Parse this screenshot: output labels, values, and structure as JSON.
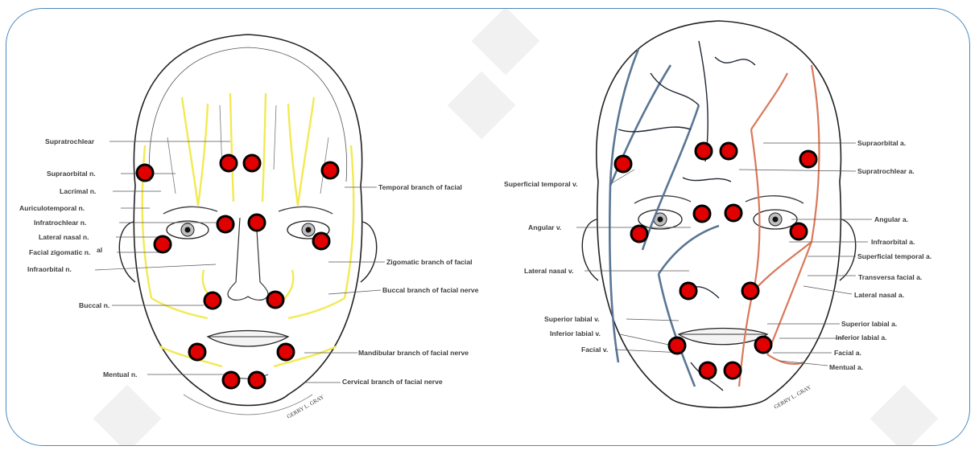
{
  "left_panel": {
    "labels_left": [
      "Supratrochlear",
      "Supraorbital n.",
      "Lacrimal n.",
      "Auriculotemporal n.",
      "Infratrochlear n.",
      "Lateral nasal n.",
      "Facial zigomatic n.",
      "Infraorbital n.",
      "Buccal n.",
      "Mentual n."
    ],
    "labels_right": [
      "Temporal branch of facial",
      "Zigomatic branch of facial",
      "Buccal branch of facial nerve",
      "Mandibular branch of facial nerve",
      "Cervical branch of facial nerve"
    ],
    "stray_text": "al"
  },
  "right_panel": {
    "labels_left": [
      "Superficial temporal v.",
      "Angular v.",
      "Lateral nasal v.",
      "Superior labial v.",
      "Inferior labial v.",
      "Facial v."
    ],
    "labels_right": [
      "Supraorbital a.",
      "Supratrochlear a.",
      "Angular a.",
      "Infraorbital a.",
      "Superficial temporal a.",
      "Transversa facial a.",
      "Lateral nasal a.",
      "Superior labial a.",
      "Inferior labial a.",
      "Facial a.",
      "Mentual a."
    ]
  },
  "colors": {
    "frame": "#4a88c0",
    "nerve": "#f2ea52",
    "vein": "#5a7694",
    "artery": "#d9785a",
    "marker": "#e00000"
  },
  "signature": "GERRY L. GRAY"
}
